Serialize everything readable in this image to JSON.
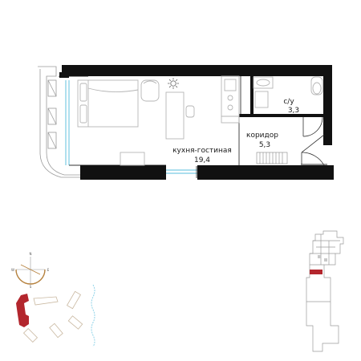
{
  "rooms": {
    "bathroom": {
      "name": "с/у",
      "area": "3,3"
    },
    "corridor": {
      "name": "коридор",
      "area": "5,3"
    },
    "living": {
      "name": "кухня-гостиная",
      "area": "19,4"
    }
  },
  "compass": {
    "north": "N",
    "south": "S",
    "west": "W",
    "east": "E"
  },
  "colors": {
    "wall": "#111111",
    "window": "#8fd3e8",
    "furniture": "#b5b5b5",
    "highlight": "#b3262d",
    "site_line": "#9a9a9a",
    "compass": "#b5813d"
  }
}
